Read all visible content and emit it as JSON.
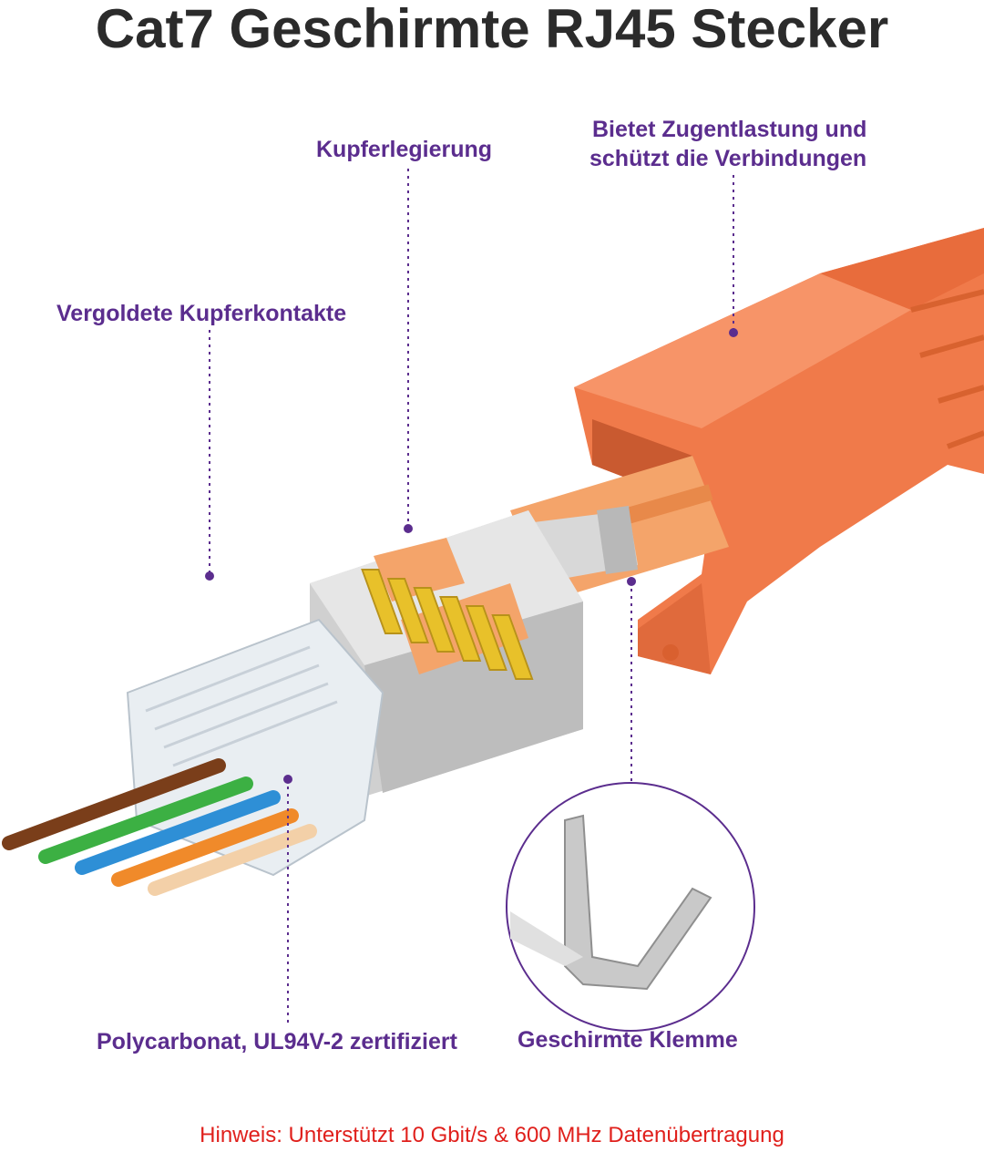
{
  "title": "Cat7 Geschirmte RJ45 Stecker",
  "labels": {
    "copper_alloy": "Kupferlegierung",
    "strain_relief_line1": "Bietet Zugentlastung und",
    "strain_relief_line2": "schützt die Verbindungen",
    "gold_contacts": "Vergoldete Kupferkontakte",
    "polycarbonate": "Polycarbonat, UL94V-2 zertifiziert",
    "shielded_clamp": "Geschirmte Klemme"
  },
  "note": "Hinweis: Unterstützt 10 Gbit/s & 600 MHz Datenübertragung",
  "colors": {
    "label_purple": "#5b2d8e",
    "note_red": "#e0201c",
    "boot_orange": "#f07a4a",
    "gold": "#e8c12a"
  },
  "wires": [
    "brown",
    "green",
    "blue",
    "orange",
    "white-orange"
  ]
}
